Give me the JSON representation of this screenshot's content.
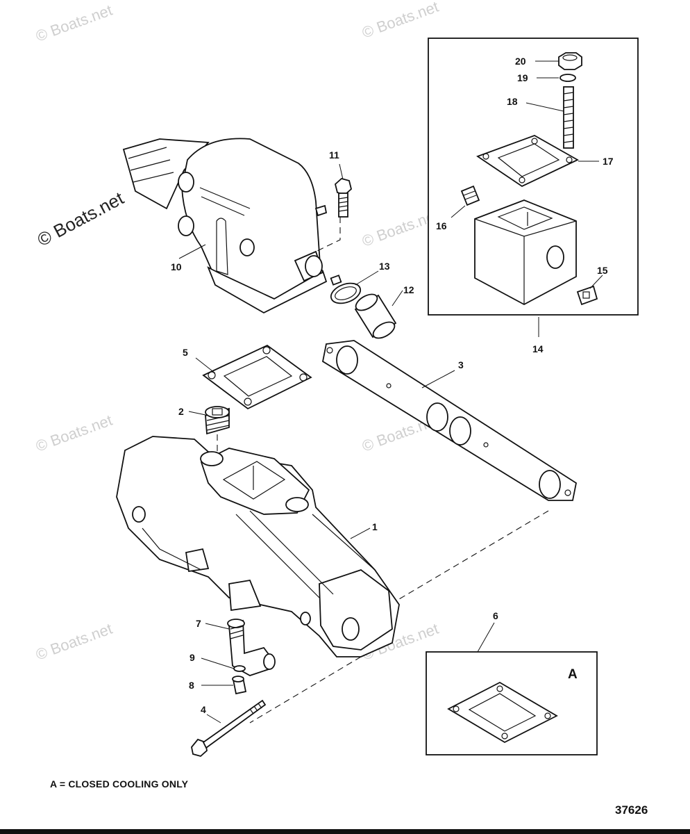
{
  "watermark": "© Boats.net",
  "callouts": {
    "c1": "1",
    "c2": "2",
    "c3": "3",
    "c4": "4",
    "c5": "5",
    "c6": "6",
    "c7": "7",
    "c8": "8",
    "c9": "9",
    "c10": "10",
    "c11": "11",
    "c12": "12",
    "c13": "13",
    "c14": "14",
    "c15": "15",
    "c16": "16",
    "c17": "17",
    "c18": "18",
    "c19": "19",
    "c20": "20"
  },
  "inset_label": "A",
  "footnote": "A = CLOSED COOLING ONLY",
  "figure_number": "37626"
}
